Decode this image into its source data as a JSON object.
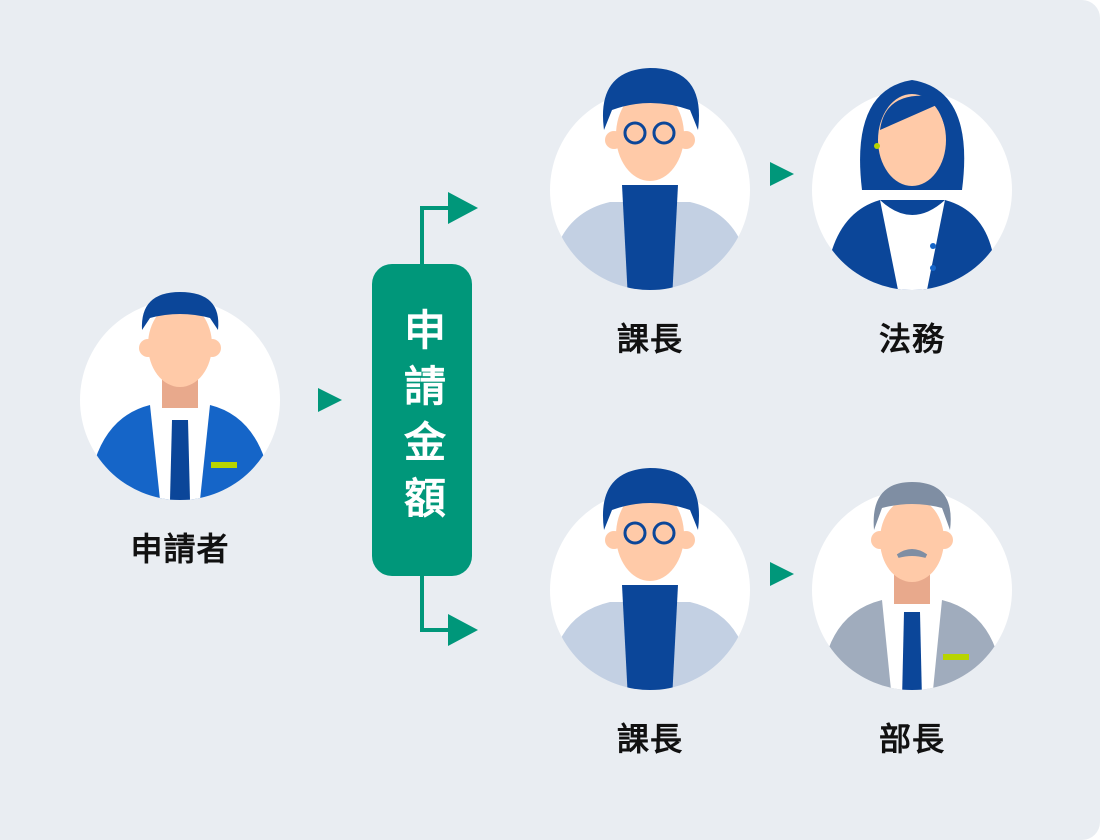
{
  "applicant": {
    "label": "申請者"
  },
  "condition": {
    "label": "申請金額"
  },
  "top_route": {
    "approver1": "課長",
    "approver2": "法務"
  },
  "bottom_route": {
    "approver1": "課長",
    "approver2": "部長"
  },
  "colors": {
    "background": "#e9edf2",
    "accent": "#00977a",
    "navy": "#0b4699",
    "blue": "#1565c8",
    "gray_suit": "#a0acbd"
  }
}
